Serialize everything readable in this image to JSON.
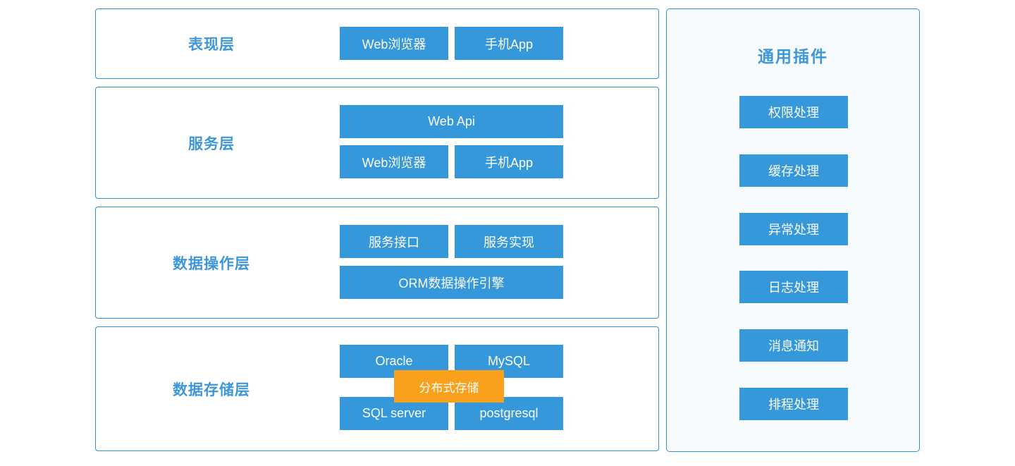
{
  "palette": {
    "button-blue": "#3498db",
    "border-blue": "#3190d2",
    "label-blue": "#3e97d8",
    "orange": "#f9a11d",
    "panel-bg": "#f7fbfe",
    "page-bg": "#ffffff"
  },
  "diagram_type": "layered-architecture",
  "layers": [
    {
      "label": "表现层",
      "rows": [
        {
          "buttons": [
            {
              "text": "Web浏览器"
            },
            {
              "text": "手机App"
            }
          ]
        }
      ]
    },
    {
      "label": "服务层",
      "rows": [
        {
          "buttons": [
            {
              "text": "Web Api"
            }
          ]
        },
        {
          "buttons": [
            {
              "text": "Web浏览器"
            },
            {
              "text": "手机App"
            }
          ]
        }
      ]
    },
    {
      "label": "数据操作层",
      "rows": [
        {
          "buttons": [
            {
              "text": "服务接口"
            },
            {
              "text": "服务实现"
            }
          ]
        },
        {
          "buttons": [
            {
              "text": "ORM数据操作引擎"
            }
          ]
        }
      ]
    },
    {
      "label": "数据存储层",
      "rows": [
        {
          "buttons": [
            {
              "text": "Oracle"
            },
            {
              "text": "MySQL"
            }
          ]
        },
        {
          "buttons": [
            {
              "text": "SQL server"
            },
            {
              "text": "postgresql"
            }
          ]
        }
      ],
      "overlay": {
        "text": "分布式存储"
      }
    }
  ],
  "plugins_panel": {
    "title": "通用插件",
    "items": [
      "权限处理",
      "缓存处理",
      "异常处理",
      "日志处理",
      "消息通知",
      "排程处理"
    ]
  }
}
